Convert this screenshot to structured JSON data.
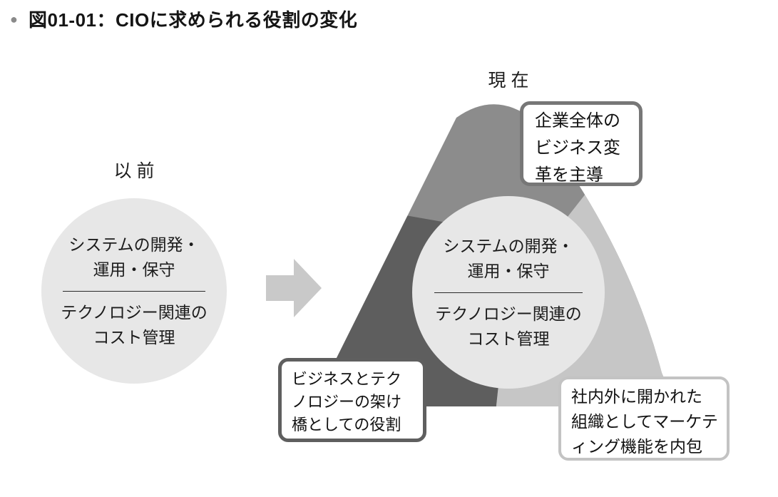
{
  "title": {
    "bullet": "●",
    "text": "図01-01：CIOに求められる役割の変化"
  },
  "before": {
    "label": "以 前",
    "circle": {
      "line1": "システムの開発・",
      "line2": "運用・保守",
      "line3": "テクノロジー関連の",
      "line4": "コスト管理"
    }
  },
  "after": {
    "label": "現 在",
    "circle": {
      "line1": "システムの開発・",
      "line2": "運用・保守",
      "line3": "テクノロジー関連の",
      "line4": "コスト管理"
    }
  },
  "callouts": {
    "top_right": "企業全体の\nビジネス変\n革を主導",
    "bottom_left": "ビジネスとテク\nノロジーの架け\n橋としての役割",
    "bottom_right": "社内外に開かれた\n組織としてマーケテ\nィング機能を内包"
  },
  "icons": {
    "arrow": "block-arrow-right-icon",
    "bullet": "circle-bullet-icon"
  },
  "colors": {
    "triangle_top_segment": "#8c8c8c",
    "triangle_left_segment": "#5e5e5e",
    "triangle_right_segment": "#c6c6c6",
    "circle_fill": "#e7e7e7",
    "arrow_fill": "#c9c9c9",
    "callout_border_top_right": "#777777",
    "callout_border_bottom_left": "#5f5f5f",
    "callout_border_bottom_right": "#c3c3c3",
    "title_bullet": "#8a8a8a",
    "text": "#1c1c1c"
  }
}
